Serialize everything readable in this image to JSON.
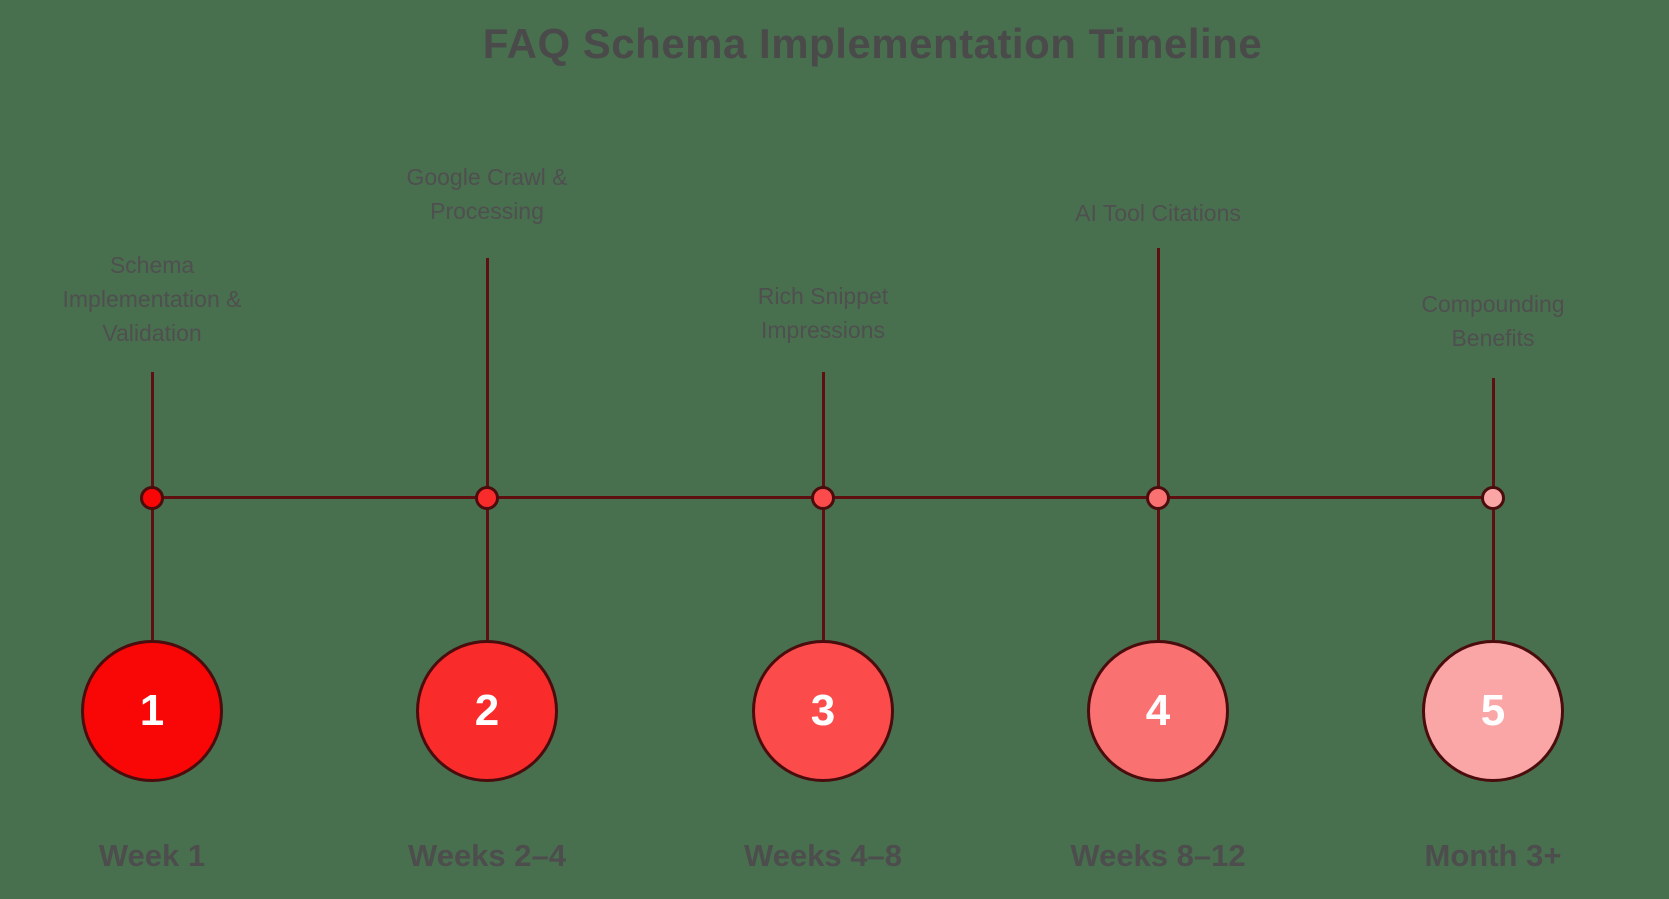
{
  "title": "FAQ Schema Implementation Timeline",
  "colors": {
    "background": "#48704F",
    "connector_line": "#5E1010",
    "node_border": "#4A0C0C",
    "title_text": "#4A4A4A",
    "label_text": "#4F4F4F",
    "time_text": "#4D4D4D",
    "number_text": "#FFFFFF"
  },
  "milestones": [
    {
      "number": "1",
      "phase_label": "Schema\nImplementation &\nValidation",
      "time_label": "Week 1",
      "color": "#F90606"
    },
    {
      "number": "2",
      "phase_label": "Google Crawl &\nProcessing",
      "time_label": "Weeks 2–4",
      "color": "#FA2B2B"
    },
    {
      "number": "3",
      "phase_label": "Rich Snippet\nImpressions",
      "time_label": "Weeks 4–8",
      "color": "#FB4B4B"
    },
    {
      "number": "4",
      "phase_label": "AI Tool Citations",
      "time_label": "Weeks 8–12",
      "color": "#F97171"
    },
    {
      "number": "5",
      "phase_label": "Compounding\nBenefits",
      "time_label": "Month 3+",
      "color": "#FBA6A6"
    }
  ]
}
